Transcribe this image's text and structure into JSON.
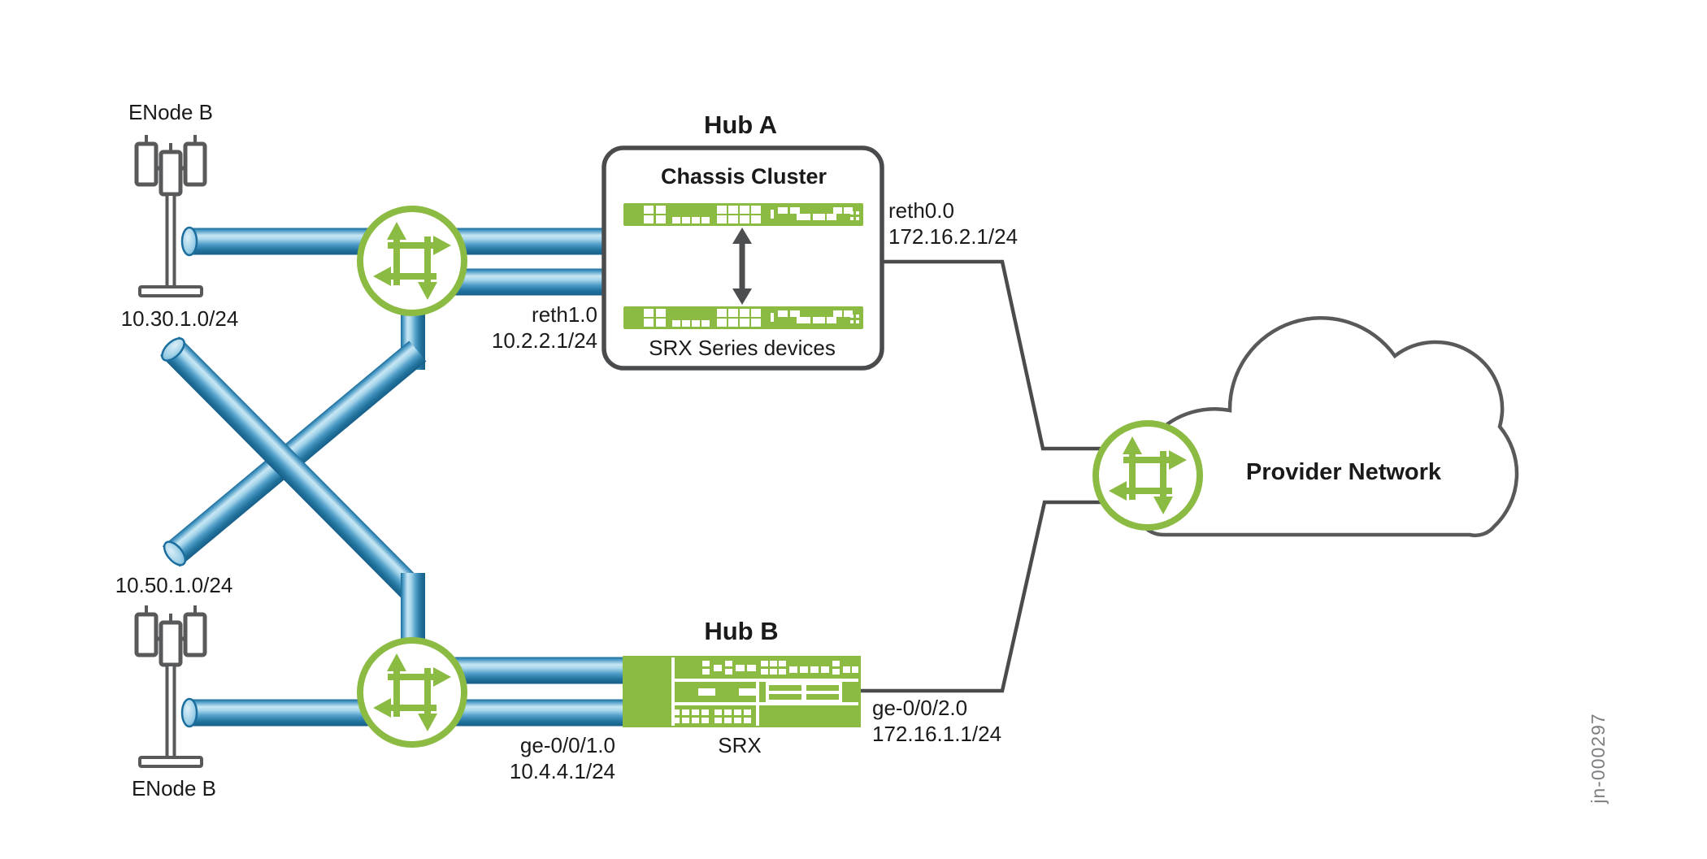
{
  "colors": {
    "device_green": "#8CBB43",
    "router_green": "#8CBB43",
    "outline_gray": "#58595B",
    "connector_gray": "#4A4B4D",
    "pipe_blue_dark": "#175E88",
    "pipe_blue_light": "#C8E7F4",
    "text": "#1A1A1A",
    "watermark_gray": "#7D7E81"
  },
  "towers": {
    "top": {
      "label": "ENode B",
      "subnet": "10.30.1.0/24"
    },
    "bottom": {
      "label": "ENode B",
      "subnet": "10.50.1.0/24"
    }
  },
  "hub_a": {
    "title": "Hub A",
    "subtitle": "Chassis Cluster",
    "caption": "SRX Series devices",
    "wan_if": {
      "name": "reth0.0",
      "ip": "172.16.2.1/24"
    },
    "lan_if": {
      "name": "reth1.0",
      "ip": "10.2.2.1/24"
    }
  },
  "hub_b": {
    "title": "Hub B",
    "caption": "SRX",
    "wan_if": {
      "name": "ge-0/0/2.0",
      "ip": "172.16.1.1/24"
    },
    "lan_if": {
      "name": "ge-0/0/1.0",
      "ip": "10.4.4.1/24"
    }
  },
  "provider": {
    "label": "Provider Network"
  },
  "watermark": "jn-000297"
}
